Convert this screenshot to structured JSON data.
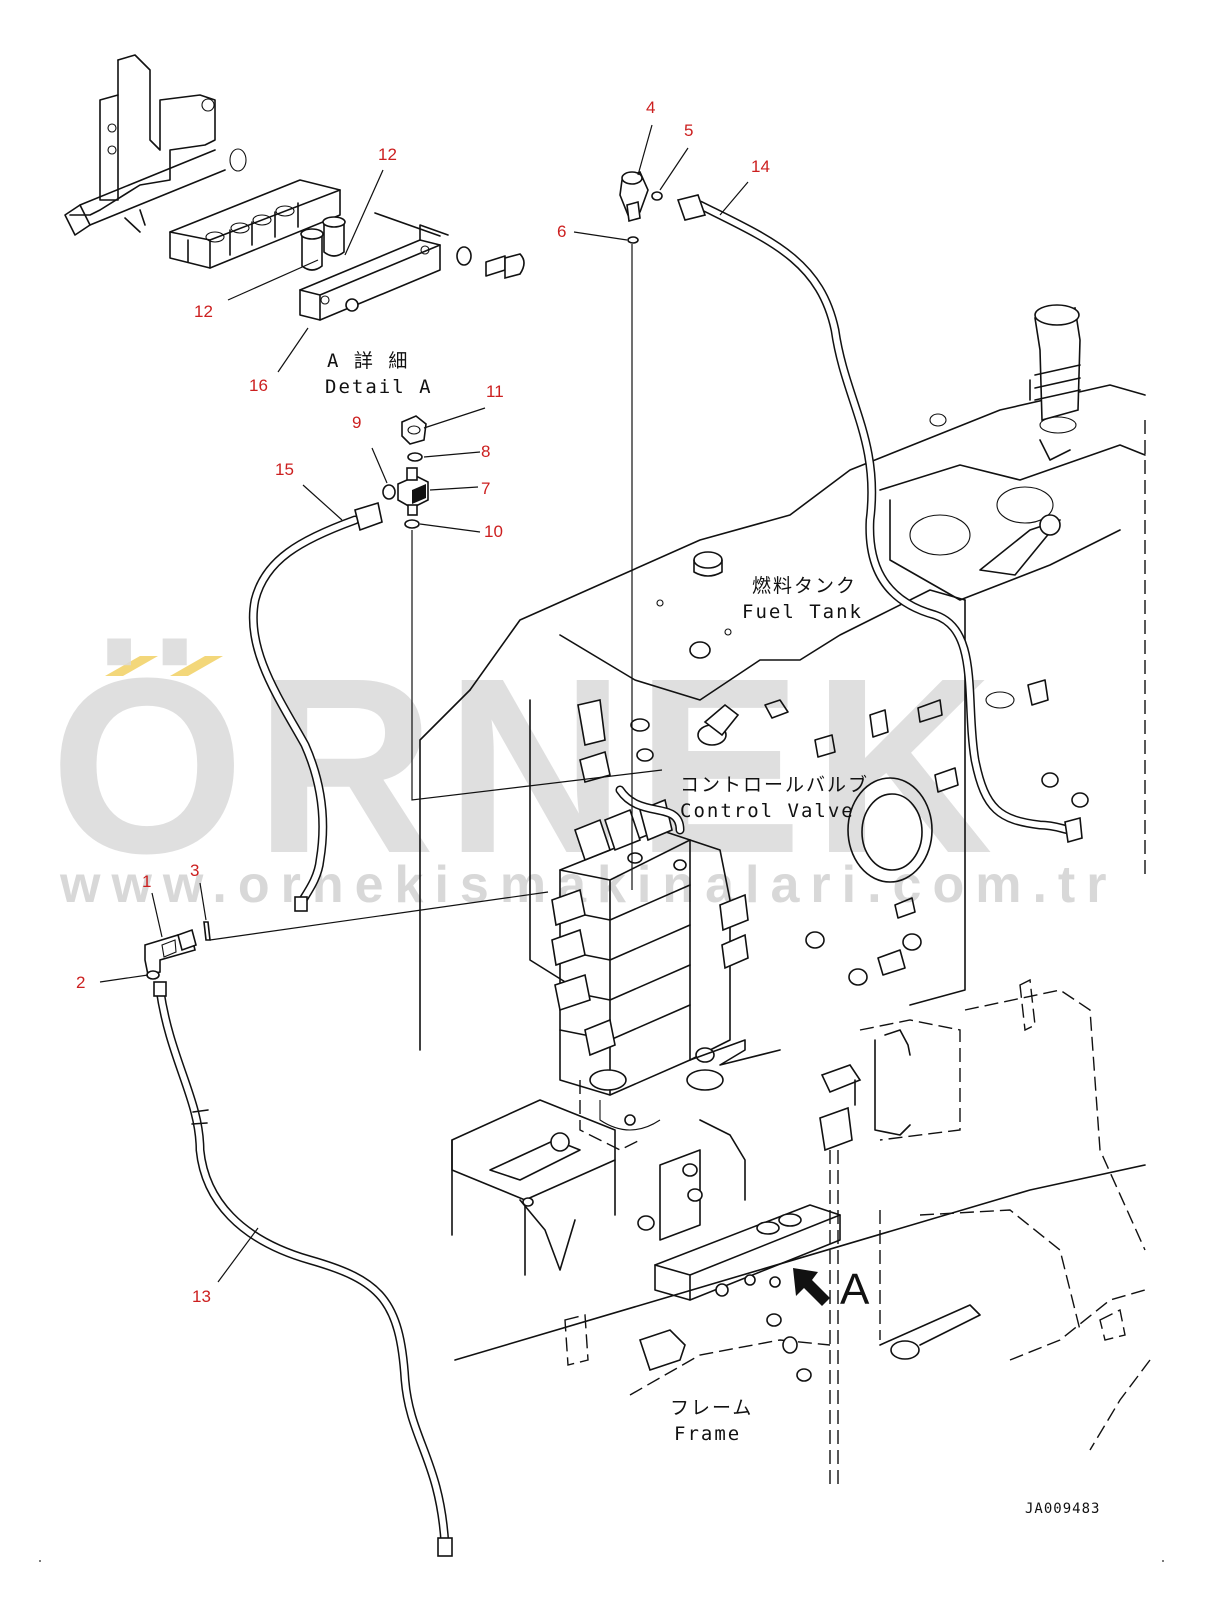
{
  "callouts": {
    "c1": "1",
    "c2": "2",
    "c3": "3",
    "c4": "4",
    "c5": "5",
    "c6": "6",
    "c7": "7",
    "c8": "8",
    "c9": "9",
    "c10": "10",
    "c11": "11",
    "c12a": "12",
    "c12b": "12",
    "c13": "13",
    "c14": "14",
    "c15": "15",
    "c16": "16"
  },
  "labels": {
    "detail_jp": "A 詳 細",
    "detail_en": "Detail A",
    "fuel_tank_jp": "燃料タンク",
    "fuel_tank_en": "Fuel Tank",
    "control_valve_jp": "コントロールバルブ",
    "control_valve_en": "Control Valve",
    "frame_jp": "フレーム",
    "frame_en": "Frame",
    "view_marker": "A",
    "drawing_code": "JA009483"
  },
  "watermark": {
    "brand": "ÖRNEK",
    "url": "www.ornekismakinalari.com.tr",
    "accent_color": "#f3d77a",
    "text_color": "#d9d9d9"
  },
  "colors": {
    "callout": "#cc1f1f",
    "line": "#111111",
    "background": "#ffffff"
  }
}
